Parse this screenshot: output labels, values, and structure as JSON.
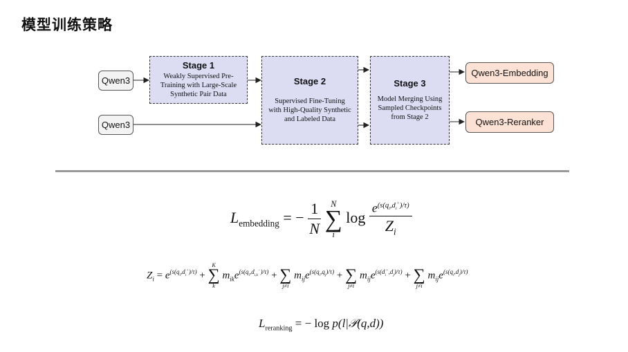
{
  "page_title": "模型训练策略",
  "inputs": [
    "Qwen3",
    "Qwen3"
  ],
  "stages": [
    {
      "title": "Stage 1",
      "desc": "Weakly Supervised Pre-\nTraining with Large-Scale\nSynthetic Pair Data"
    },
    {
      "title": "Stage 2",
      "desc": "Supervised Fine-Tuning\nwith High-Quality Synthetic\nand Labeled Data"
    },
    {
      "title": "Stage 3",
      "desc": "Model Merging Using\nSampled Checkpoints\nfrom Stage 2"
    }
  ],
  "outputs": [
    "Qwen3-Embedding",
    "Qwen3-Reranker"
  ],
  "colors": {
    "stage_fill": "#dcdcf3",
    "output_fill": "#fbe2d5",
    "input_fill": "#f3f3f3",
    "divider": "#999999"
  },
  "formulas": {
    "embedding_lhs": "embedding",
    "reranking_lhs": "reranking"
  }
}
